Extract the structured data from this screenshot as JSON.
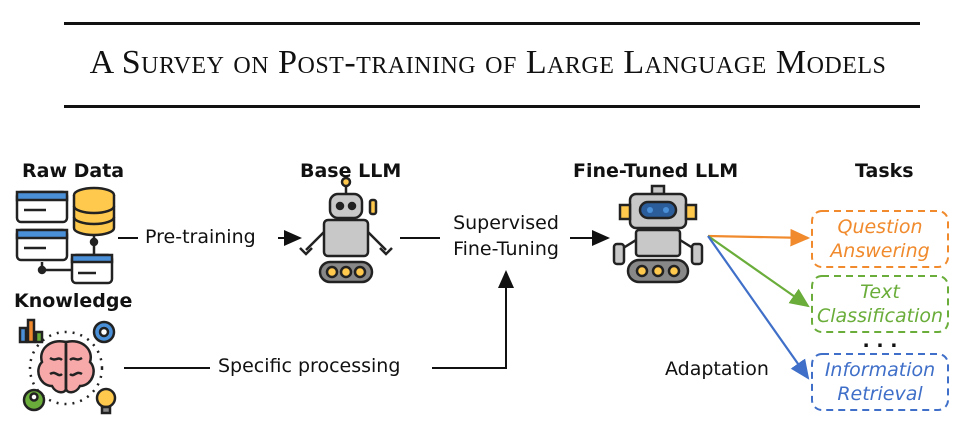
{
  "title": "A Survey on Post-training of Large Language Models",
  "nodes": {
    "raw_data": "Raw Data",
    "knowledge": "Knowledge",
    "base_llm": "Base LLM",
    "fine_tuned_llm": "Fine-Tuned LLM",
    "tasks": "Tasks"
  },
  "edges": {
    "pre_training": "Pre-training",
    "supervised_fine_tuning_1": "Supervised",
    "supervised_fine_tuning_2": "Fine-Tuning",
    "specific_processing": "Specific processing",
    "adaptation": "Adaptation"
  },
  "tasks": [
    {
      "line1": "Question",
      "line2": "Answering",
      "color": "#f08a2c"
    },
    {
      "line1": "Text",
      "line2": "Classification",
      "color": "#6aad3a"
    },
    {
      "line1": "Information",
      "line2": "Retrieval",
      "color": "#3f6fc8"
    }
  ],
  "ellipsis": ". . .",
  "colors": {
    "accent_yellow": "#ffc94d",
    "accent_blue": "#4a90d9",
    "robot_gray": "#c8c8c8",
    "robot_panel": "#2c5d9b"
  }
}
